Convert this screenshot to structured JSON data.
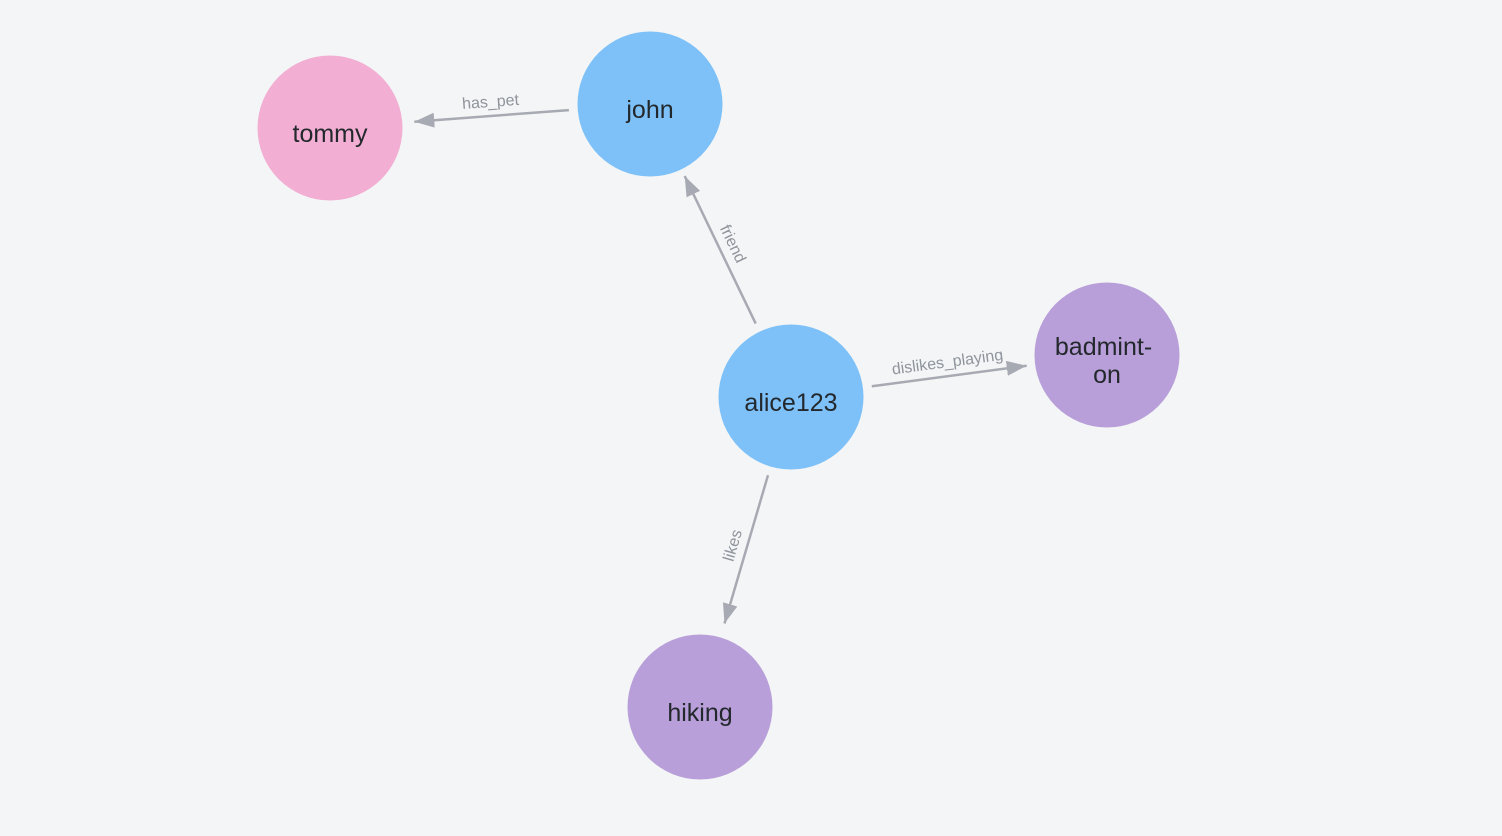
{
  "canvas": {
    "background": "#f4f5f6"
  },
  "graph": {
    "node_text_color": "#23282d",
    "edge_color": "#a7aab2",
    "edge_label_color": "#8f949c",
    "node_colors": {
      "person": "#7dc1f8",
      "pet": "#f2aed3",
      "activity": "#b89fd9"
    },
    "nodes": [
      {
        "id": "tommy",
        "color": "#f2aed3",
        "lines": [
          "tommy"
        ]
      },
      {
        "id": "john",
        "color": "#7dc1f8",
        "lines": [
          "john"
        ]
      },
      {
        "id": "alice123",
        "color": "#7dc1f8",
        "lines": [
          "alice123"
        ]
      },
      {
        "id": "badminton",
        "color": "#b89fd9",
        "lines": [
          "badmint-",
          "on"
        ]
      },
      {
        "id": "hiking",
        "color": "#b89fd9",
        "lines": [
          "hiking"
        ]
      }
    ],
    "edges": [
      {
        "from": "john",
        "to": "tommy",
        "label": "has_pet"
      },
      {
        "from": "alice123",
        "to": "john",
        "label": "friend"
      },
      {
        "from": "alice123",
        "to": "badminton",
        "label": "dislikes_playing"
      },
      {
        "from": "alice123",
        "to": "hiking",
        "label": "likes"
      }
    ]
  }
}
